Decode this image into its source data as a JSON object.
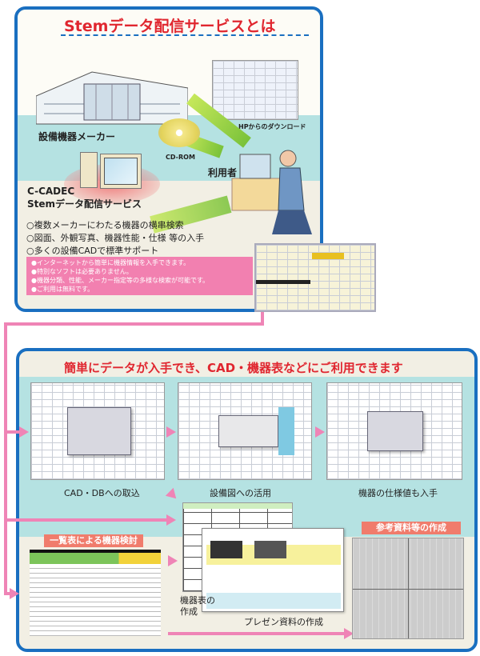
{
  "top": {
    "title": "Stemデータ配信サービスとは",
    "maker_label": "設備機器メーカー",
    "hp_label": "HPからのダウンロード",
    "cdrom_label": "CD-ROM",
    "user_label": "利用者",
    "service_line1": "C-CADEC",
    "service_line2": "Stemデータ配信サービス",
    "features": [
      "○複数メーカーにわたる機器の横串検索",
      "○図面、外観写真、機器性能・仕様 等の入手",
      "○多くの設備CADで標準サポート"
    ],
    "notes": [
      "●インターネットから簡単に機器情報を入手できます。",
      "●特別なソフトは必要ありません。",
      "●機器分類、性能、メーカー指定等の多様な検索が可能です。",
      "●ご利用は無料です。"
    ]
  },
  "bottom": {
    "title": "簡単にデータが入手でき、CAD・機器表などにご利用できます",
    "step_labels": [
      "CAD・DBへの取込",
      "設備図への活用",
      "機器の仕様値も入手"
    ],
    "list_tag": "一覧表による機器検討",
    "table_label_1": "機器表の",
    "table_label_2": "作成",
    "presentation_label": "プレゼン資料の作成",
    "reference_tag": "参考資料等の作成"
  },
  "colors": {
    "border": "#1a6fc0",
    "title": "#e0262f",
    "pink": "#ef84b6",
    "band": "#b5e2e2"
  }
}
